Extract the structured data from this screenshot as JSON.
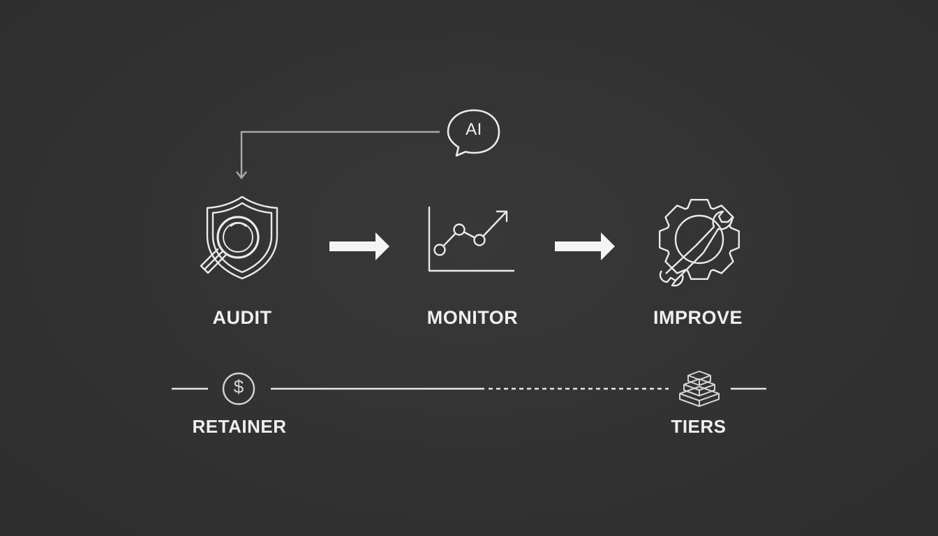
{
  "badge": {
    "text": "AI",
    "icon": "speech-bubble-icon"
  },
  "steps": [
    {
      "label": "AUDIT",
      "icon": "shield-search-icon"
    },
    {
      "label": "MONITOR",
      "icon": "line-chart-icon"
    },
    {
      "label": "IMPROVE",
      "icon": "gear-wrench-icon"
    }
  ],
  "timeline": {
    "start": {
      "label": "RETAINER",
      "icon": "dollar-icon",
      "symbol": "$"
    },
    "end": {
      "label": "TIERS",
      "icon": "layers-icon"
    }
  },
  "colors": {
    "background": "#323232",
    "stroke": "#e8e8e8",
    "connector": "#a8a8a8",
    "text": "#efefef"
  }
}
